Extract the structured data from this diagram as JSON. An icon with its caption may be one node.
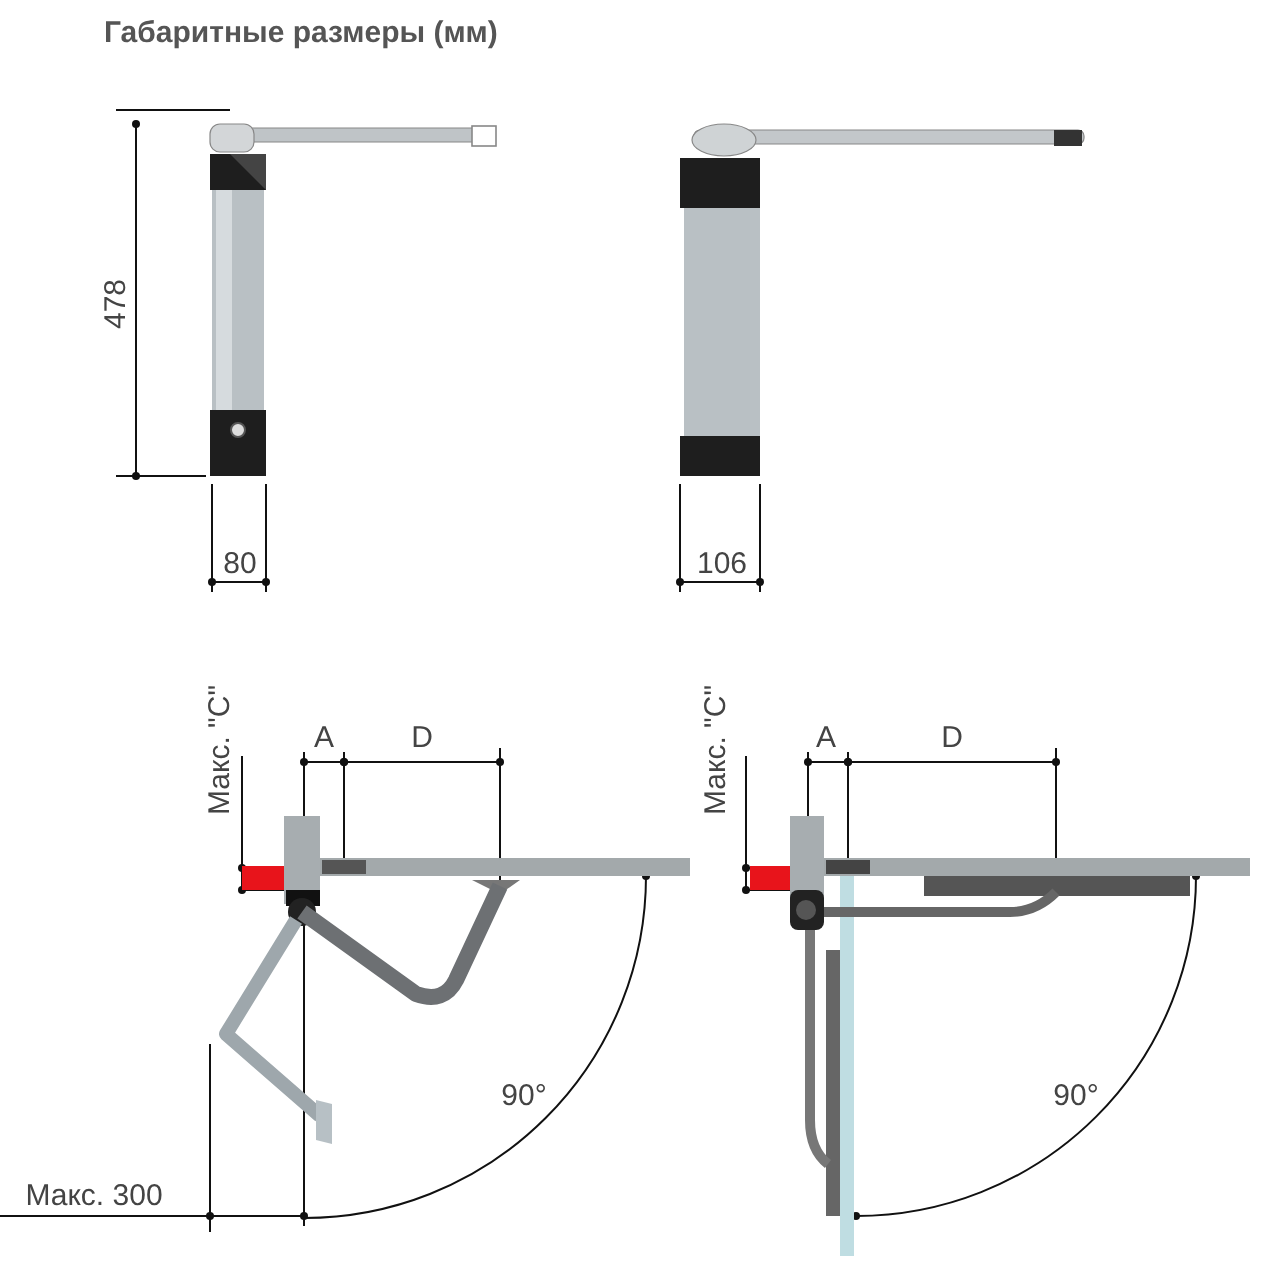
{
  "diagram": {
    "title": "**Габаритные** размеры (мм)",
    "labels": [
      "478",
      "80",
      "106",
      "Макс. \"C\"",
      "A",
      "D",
      "90°",
      "Макс. 300",
      "Макс. \"C\"",
      "A",
      "D",
      "90°"
    ]
  }
}
